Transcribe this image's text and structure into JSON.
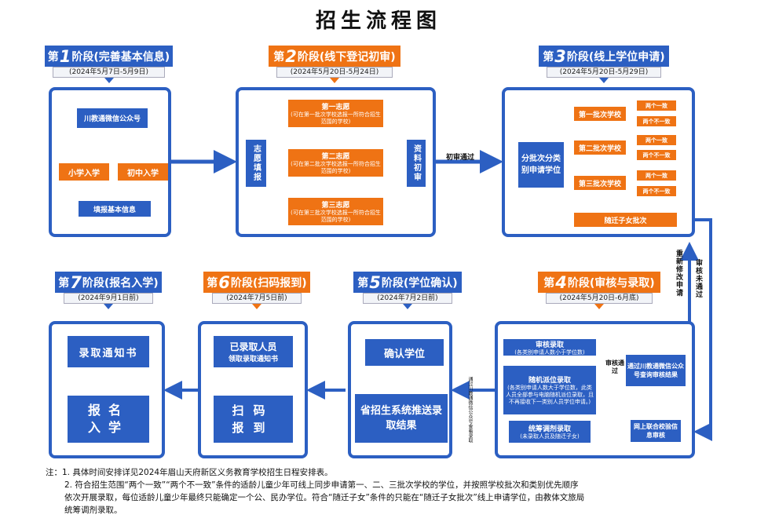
{
  "title": "招生流程图",
  "stages": {
    "s1": {
      "pre": "第",
      "num": "1",
      "post": "阶段(完善基本信息)",
      "date": "(2024年5月7日-5月9日)"
    },
    "s2": {
      "pre": "第",
      "num": "2",
      "post": "阶段(线下登记初审)",
      "date": "(2024年5月20日-5月24日)"
    },
    "s3": {
      "pre": "第",
      "num": "3",
      "post": "阶段(线上学位申请)",
      "date": "(2024年5月20日-5月29日)"
    },
    "s4": {
      "pre": "第",
      "num": "4",
      "post": "阶段(审核与录取)",
      "date": "(2024年5月20日-6月底)"
    },
    "s5": {
      "pre": "第",
      "num": "5",
      "post": "阶段(学位确认)",
      "date": "(2024年7月2日前)"
    },
    "s6": {
      "pre": "第",
      "num": "6",
      "post": "阶段(扫码报到)",
      "date": "(2024年7月5日前)"
    },
    "s7": {
      "pre": "第",
      "num": "7",
      "post": "阶段(报名入学)",
      "date": "(2024年9月1日前)"
    }
  },
  "p1": {
    "top": "川教通微信公众号",
    "left": "小学入学",
    "right": "初中入学",
    "bottom": "填报基本信息"
  },
  "p2": {
    "left": "志愿填报",
    "right": "资料初审",
    "c1_title": "第一志愿",
    "c1_sub": "(可在第一批次学校选报一所符合招生范围的学校)",
    "c2_title": "第二志愿",
    "c2_sub": "(可在第二批次学校选报一所符合招生范围的学校)",
    "c3_title": "第三志愿",
    "c3_sub": "(可在第三批次学校选报一所符合招生范围的学校)"
  },
  "label_pass": "初审通过",
  "p3": {
    "main": "分批次分类别申请学位",
    "b1": "第一批次学校",
    "b2": "第二批次学校",
    "b3": "第三批次学校",
    "b4": "随迁子女批次",
    "match": "两个一致",
    "nomatch": "两个不一致"
  },
  "p4": {
    "a_title": "审核录取",
    "a_sub": "(各类别申请人数小于学位数)",
    "b_title": "随机派位录取",
    "b_sub": "(各类别申请人数大于学位数，此类人员全部参与电脑随机派位录取，且不再接收下一类别人员学位申请。)",
    "c_title": "统筹调剂录取",
    "c_sub": "(未录取人员及随迁子女)",
    "query": "通过川教通微信公众号查询审核结果",
    "verify": "网上联合校验信息审核",
    "label_pass": "审核通过",
    "label_notpass": "审核未通过",
    "label_resubmit": "重新修改申请"
  },
  "p5": {
    "top": "确认学位",
    "bottom": "省招生系统推送录取结果",
    "side_label": "通过川教通微信公众号查看录取"
  },
  "p6": {
    "top_title": "已录取人员",
    "top_sub": "领取录取通知书",
    "bottom": "扫码报到"
  },
  "p7": {
    "top": "录取通知书",
    "bottom_line1": "报名",
    "bottom_line2": "入学"
  },
  "notes": {
    "n1": "注：1. 具体时间安排详见2024年眉山天府新区义务教育学校招生日程安排表。",
    "n2a": "2. 符合招生范围“两个一致”“两个不一致”条件的适龄儿童少年可线上同步申请第一、二、三批次学校的学位，并按照学校批次和类别优先顺序",
    "n2b": "依次开展录取，每位适龄儿童少年最终只能确定一个公、民办学位。符合“随迁子女”条件的只能在“随迁子女批次”线上申请学位，由教体文旅局",
    "n2c": "统筹调剂录取。"
  },
  "colors": {
    "blue": "#2c5fc2",
    "orange": "#ef7314"
  }
}
